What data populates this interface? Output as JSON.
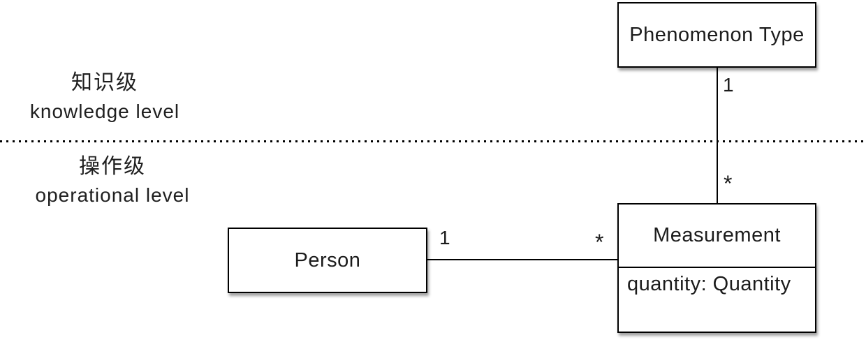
{
  "levels": {
    "knowledge": {
      "zh": "知识级",
      "en": "knowledge level"
    },
    "operational": {
      "zh": "操作级",
      "en": "operational level"
    }
  },
  "classes": {
    "phenomenon_type": {
      "name": "Phenomenon Type"
    },
    "measurement": {
      "name": "Measurement",
      "attributes": [
        "quantity: Quantity"
      ]
    },
    "person": {
      "name": "Person"
    }
  },
  "associations": [
    {
      "from": "Phenomenon Type",
      "to": "Measurement",
      "from_multiplicity": "1",
      "to_multiplicity": "*"
    },
    {
      "from": "Person",
      "to": "Measurement",
      "from_multiplicity": "1",
      "to_multiplicity": "*"
    }
  ],
  "colors": {
    "line": "#000000",
    "background": "#ffffff",
    "box_fill": "#ffffff",
    "text": "#1c1c1c"
  }
}
